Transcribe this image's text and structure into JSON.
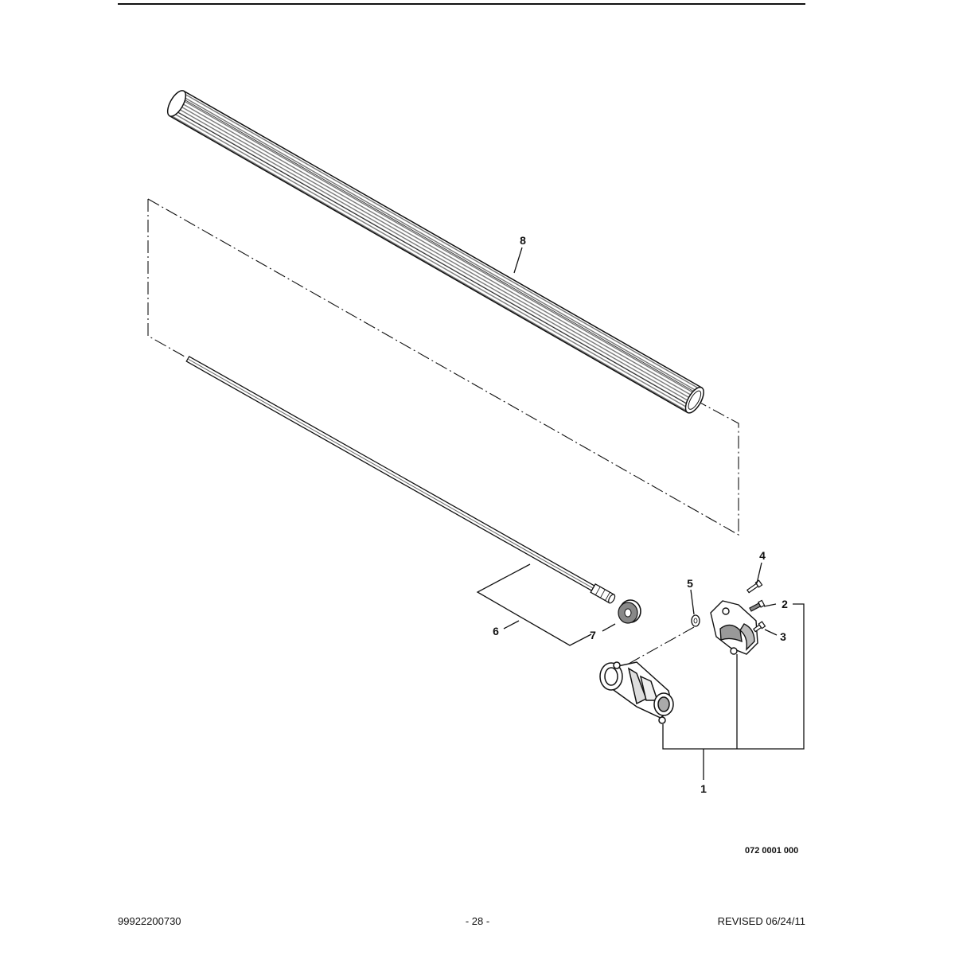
{
  "drawing": {
    "part_callouts": [
      {
        "id": "c1",
        "label": "1"
      },
      {
        "id": "c2",
        "label": "2"
      },
      {
        "id": "c3",
        "label": "3"
      },
      {
        "id": "c4",
        "label": "4"
      },
      {
        "id": "c5",
        "label": "5"
      },
      {
        "id": "c6",
        "label": "6"
      },
      {
        "id": "c7",
        "label": "7"
      },
      {
        "id": "c8",
        "label": "8"
      }
    ],
    "drawing_number": "072 0001 000"
  },
  "footer": {
    "doc_number": "99922200730",
    "page": "- 28 -",
    "revision": "REVISED 06/24/11"
  }
}
